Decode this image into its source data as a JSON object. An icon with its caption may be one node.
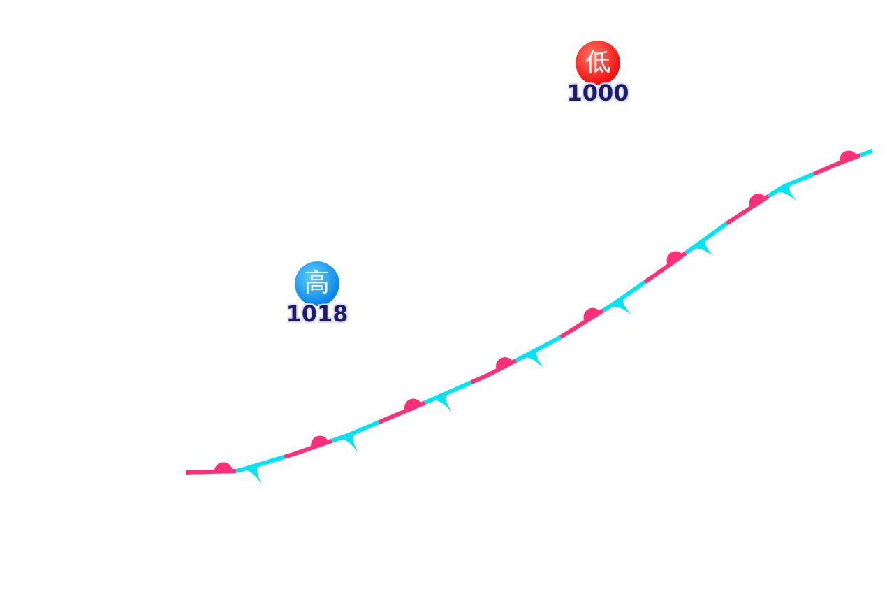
{
  "diagram": {
    "nodes": [
      {
        "text": [
          "低"
        ],
        "beside": [
          "1000"
        ]
      },
      {
        "text": [
          "高"
        ],
        "beside": [
          "1018"
        ]
      }
    ]
  }
}
